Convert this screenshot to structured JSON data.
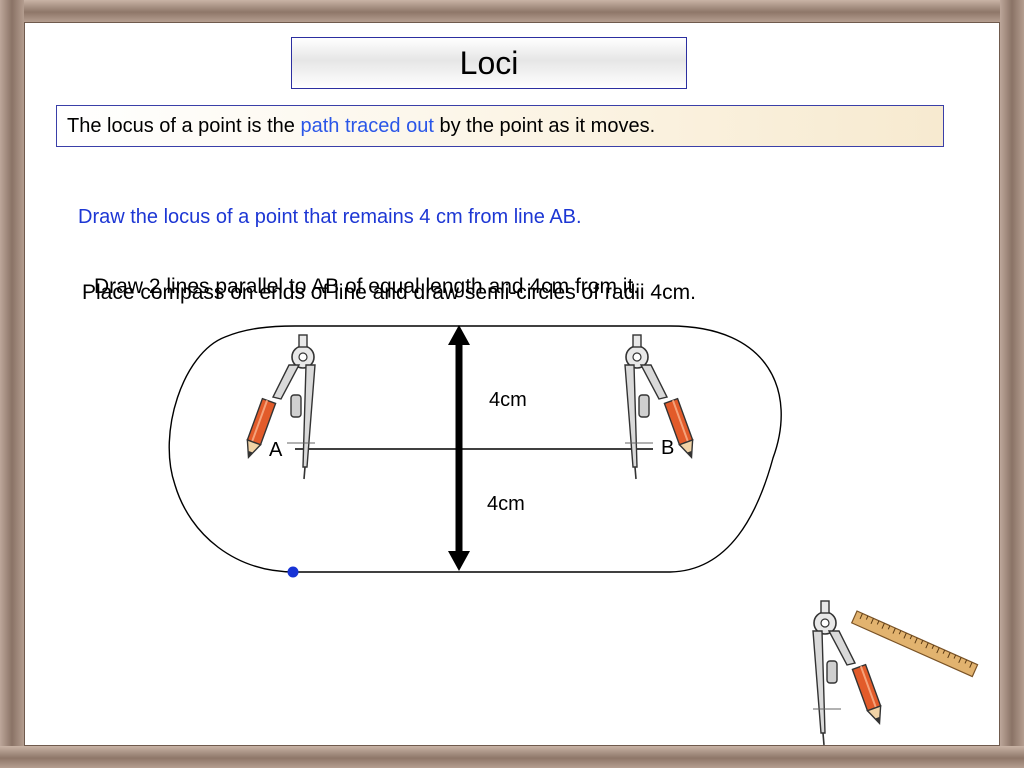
{
  "title": "Loci",
  "definition": {
    "before": "The locus of a point is the ",
    "highlight": "path traced out",
    "after": " by the point as it moves."
  },
  "task": "Draw the locus of a point that remains 4 cm from line AB.",
  "instructions": [
    "Draw 2 lines parallel to AB of equal length and 4cm from it.",
    "Place compass on ends of line and draw semi-circles of radii  4cm."
  ],
  "labels": {
    "point_a": "A",
    "point_b": "B",
    "distance_up": "4cm",
    "distance_down": "4cm"
  },
  "colors": {
    "task_text": "#1d37d4",
    "highlight": "#2a56e8",
    "point_marker": "#1733d6"
  },
  "icons": [
    "compass-with-pencil-icon",
    "compass-with-pencil-icon",
    "compass-and-ruler-icon"
  ]
}
